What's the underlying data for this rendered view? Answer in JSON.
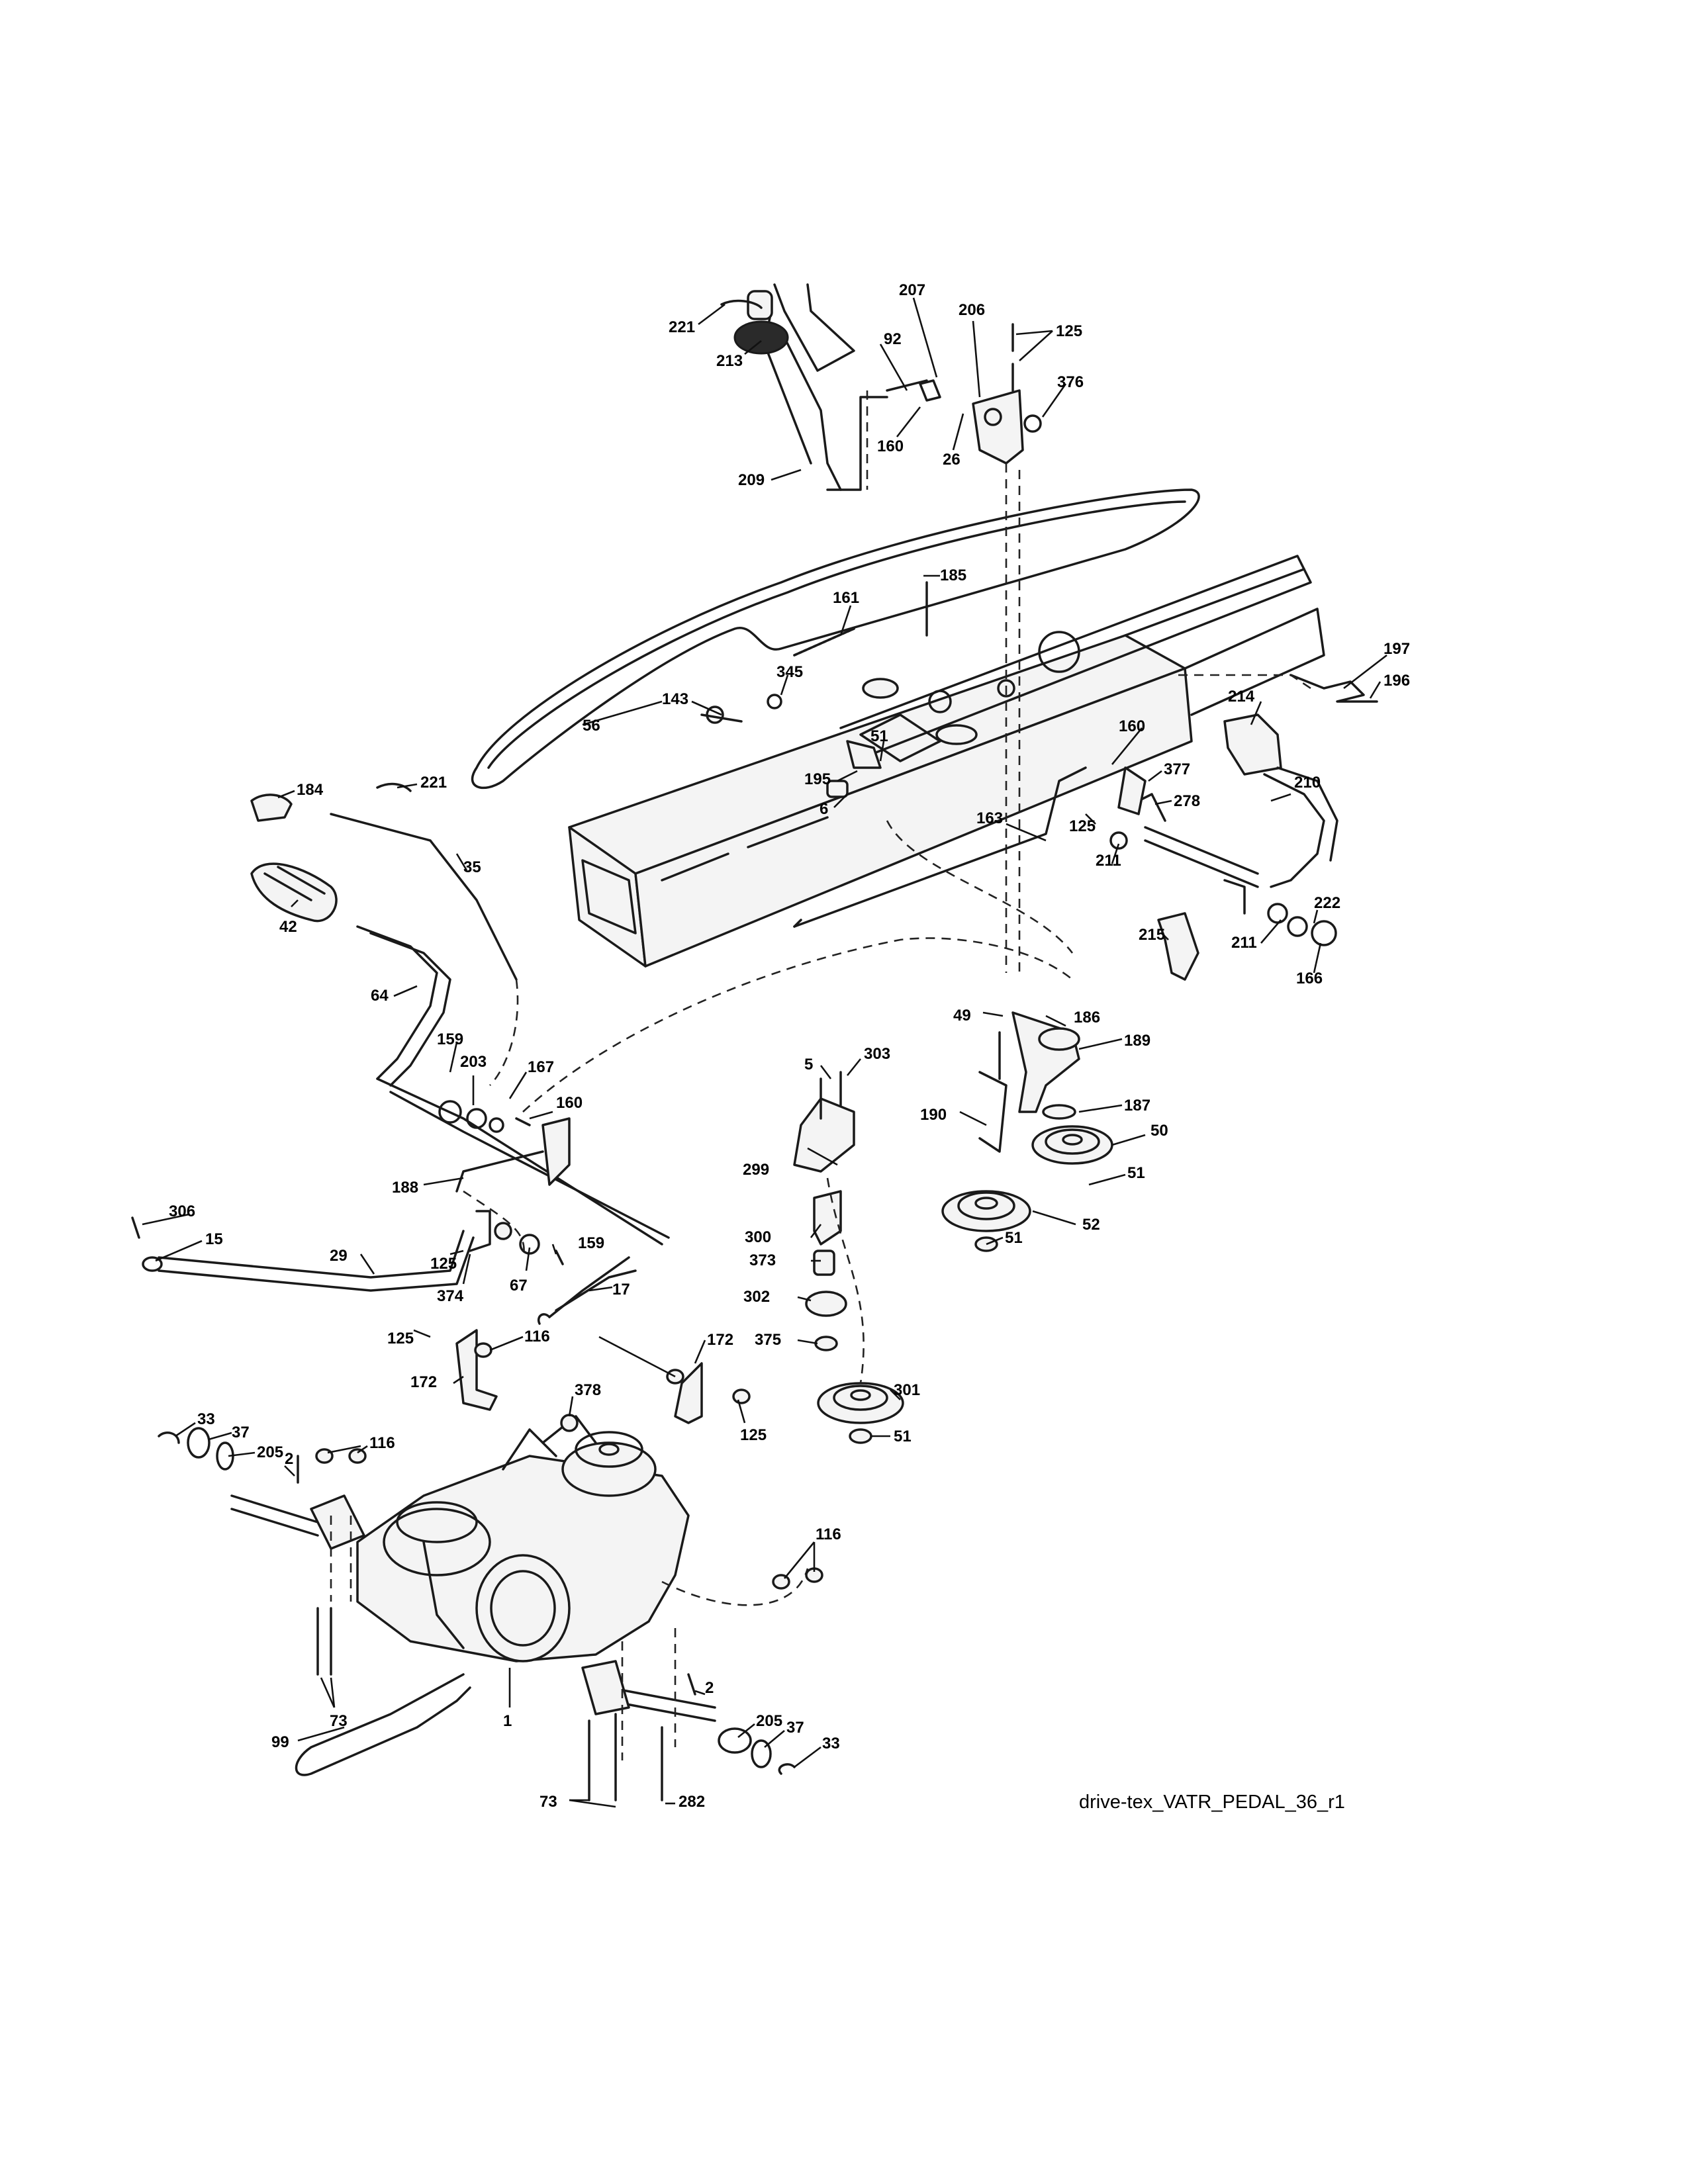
{
  "drawing_id": "drive-tex_VATR_PEDAL_36_r1",
  "callouts": [
    "221",
    "213",
    "207",
    "92",
    "206",
    "125",
    "376",
    "160",
    "26",
    "209",
    "185",
    "161",
    "345",
    "143",
    "56",
    "51",
    "195",
    "6",
    "197",
    "196",
    "214",
    "160",
    "377",
    "278",
    "210",
    "163",
    "125",
    "211",
    "222",
    "211",
    "215",
    "166",
    "184",
    "221",
    "35",
    "42",
    "64",
    "186",
    "49",
    "189",
    "159",
    "203",
    "167",
    "160",
    "5",
    "303",
    "187",
    "50",
    "190",
    "51",
    "299",
    "188",
    "52",
    "51",
    "306",
    "15",
    "29",
    "125",
    "374",
    "67",
    "159",
    "17",
    "300",
    "373",
    "302",
    "375",
    "125",
    "116",
    "172",
    "172",
    "378",
    "125",
    "301",
    "51",
    "33",
    "37",
    "205",
    "116",
    "2",
    "116",
    "2",
    "205",
    "37",
    "33",
    "99",
    "73",
    "1",
    "73",
    "282"
  ]
}
